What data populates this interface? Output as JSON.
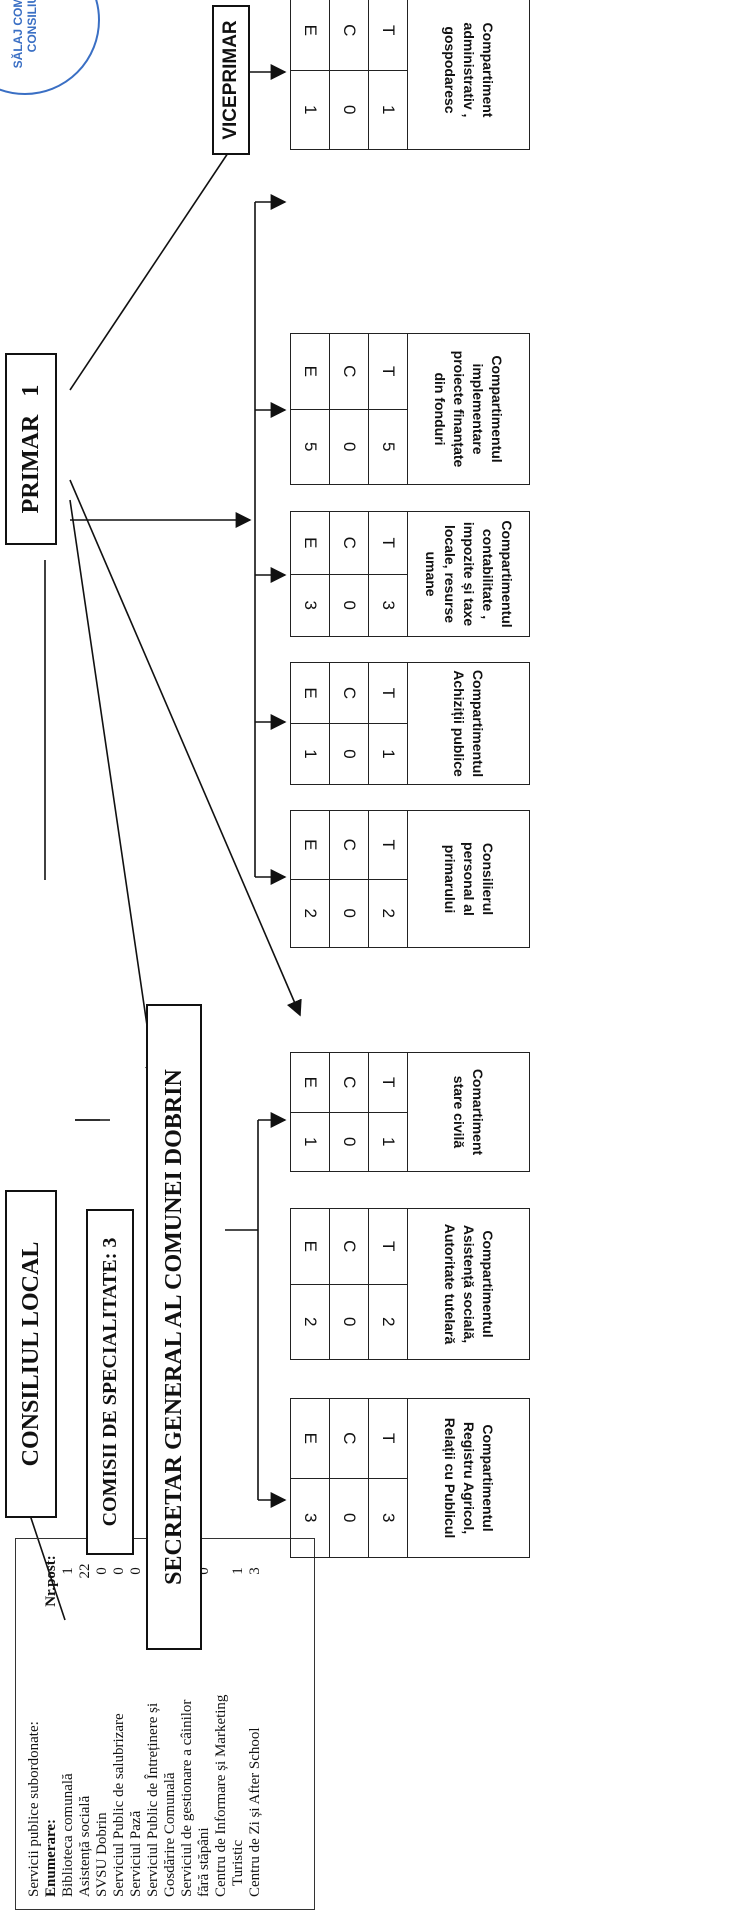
{
  "legend": {
    "heading": "Servicii publice subordonate:",
    "enum_label": "Enumerare:",
    "nr_label": "Nr.post:",
    "items": [
      {
        "name": "Biblioteca comunală",
        "value": "1"
      },
      {
        "name": "Asistență socială",
        "value": "22"
      },
      {
        "name": "SVSU Dobrin",
        "value": "0"
      },
      {
        "name": "Serviciul Public de salubrizare",
        "value": "0"
      },
      {
        "name": "Serviciul Pază",
        "value": "0"
      },
      {
        "name": "Serviciul Public de Întreținere și",
        "value": ""
      },
      {
        "name": "Gosdărire Comunală",
        "value": "1"
      },
      {
        "name": "Serviciul de gestionare a câinilor",
        "value": ""
      },
      {
        "name": "fără stăpâni",
        "value": "0"
      },
      {
        "name": "Centru de Informare și Marketing",
        "value": ""
      },
      {
        "name": "   Turistic",
        "value": "1"
      },
      {
        "name": "Centru de Zi și After School",
        "value": "3"
      }
    ]
  },
  "boxes": {
    "consiliul": "CONSILIUL LOCAL",
    "comisii": "COMISII DE SPECIALITATE: 3",
    "secretar": "SECRETAR GENERAL AL COMUNEI DOBRIN",
    "primar": "PRIMAR   1",
    "viceprimar": "VICEPRIMAR"
  },
  "seal_text": "SĂLAJ COMUNA CONSILIUL",
  "table_headers": [
    "T",
    "C",
    "E"
  ],
  "departments": [
    {
      "title": "Compartimentul Registru Agricol, Relații cu Publicul",
      "values": [
        "3",
        "0",
        "3"
      ]
    },
    {
      "title": "Compartimentul Asistență socială, Autoritate tutelară",
      "values": [
        "2",
        "0",
        "2"
      ]
    },
    {
      "title": "Comartiment stare civilă",
      "values": [
        "1",
        "0",
        "1"
      ]
    },
    {
      "title": "Consilierul personal al primarului",
      "values": [
        "2",
        "0",
        "2"
      ]
    },
    {
      "title": "Compartimentul Achiziții publice",
      "values": [
        "1",
        "0",
        "1"
      ]
    },
    {
      "title": "Compartimentul contabilitate , impozite și taxe locale, resurse umane",
      "values": [
        "3",
        "0",
        "3"
      ]
    },
    {
      "title": "Compartimentul implementare proiecte finanțate din fonduri",
      "values": [
        "5",
        "0",
        "5"
      ]
    },
    {
      "title": "Compartiment administrativ , gospodaresc",
      "values": [
        "1",
        "0",
        "1"
      ]
    }
  ]
}
